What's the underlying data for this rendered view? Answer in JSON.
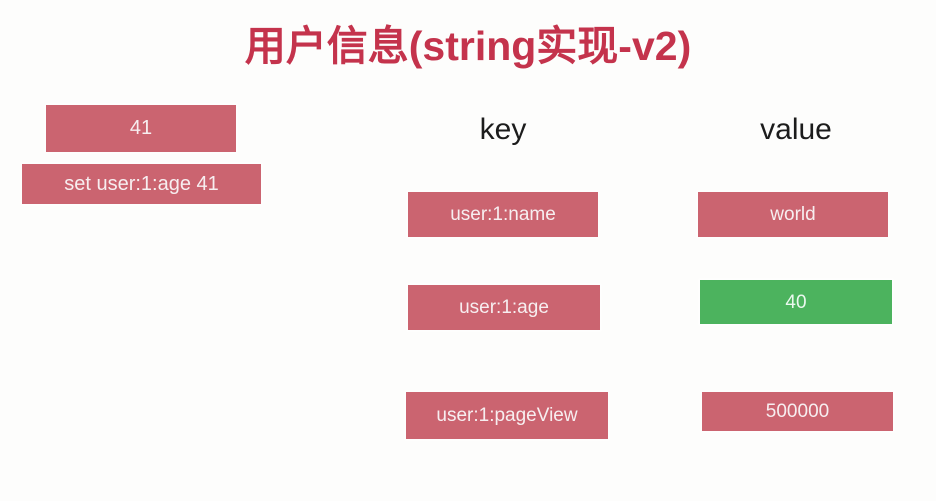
{
  "page": {
    "title": "用户信息(string实现-v2)",
    "background_color": "#fdfdfc",
    "title_color": "#c4334c",
    "box_color": "#cb6470",
    "highlight_color": "#4cb35e",
    "box_text_color": "#f7eef0",
    "header_text_color": "#1c1c1c"
  },
  "command": {
    "value_box": "41",
    "command_box": "set user:1:age 41"
  },
  "table": {
    "headers": {
      "key": "key",
      "value": "value"
    },
    "rows": [
      {
        "key": "user:1:name",
        "value": "world",
        "highlighted": false
      },
      {
        "key": "user:1:age",
        "value": "40",
        "highlighted": true
      },
      {
        "key": "user:1:pageView",
        "value": "500000",
        "highlighted": false
      }
    ]
  }
}
